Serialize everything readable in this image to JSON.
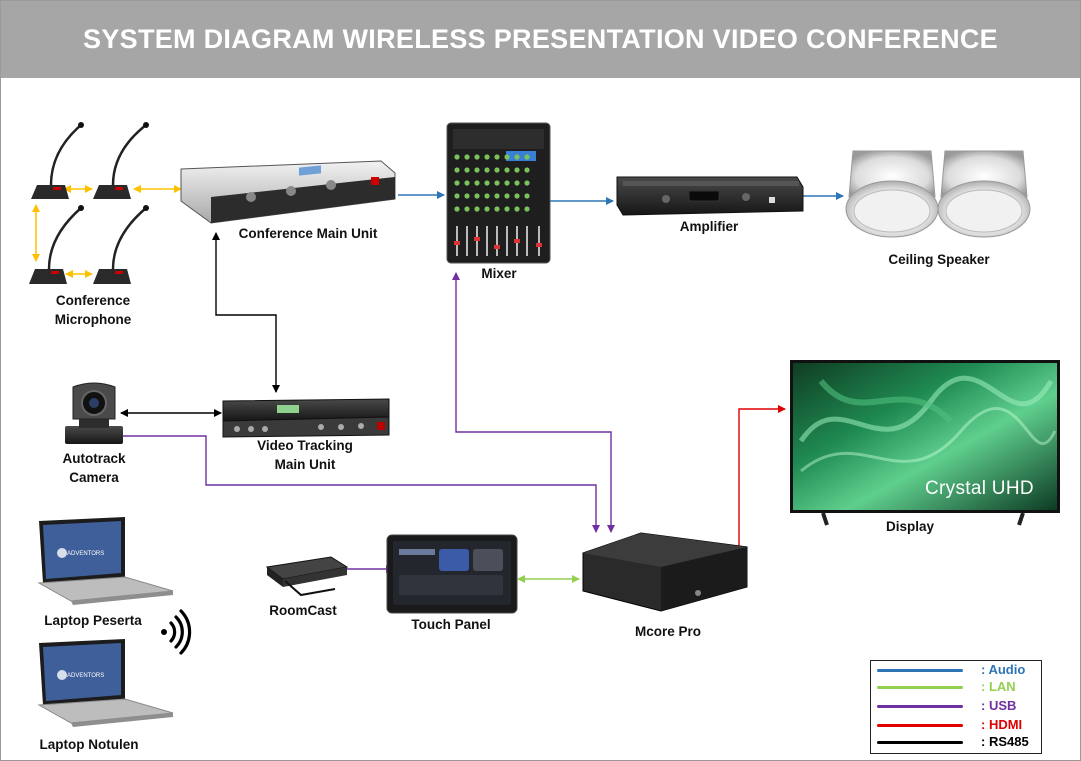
{
  "title": "SYSTEM DIAGRAM WIRELESS PRESENTATION VIDEO CONFERENCE",
  "devices": {
    "conference_microphone": "Conference\nMicrophone",
    "conference_main_unit": "Conference Main Unit",
    "mixer": "Mixer",
    "amplifier": "Amplifier",
    "ceiling_speaker": "Ceiling Speaker",
    "autotrack_camera": "Autotrack\nCamera",
    "video_tracking_main_unit": "Video Tracking\nMain Unit",
    "display": "Display",
    "display_brand_text": "Crystal UHD",
    "roomcast": "RoomCast",
    "touch_panel": "Touch Panel",
    "mcore_pro": "Mcore Pro",
    "laptop_peserta": "Laptop Peserta",
    "laptop_notulen": "Laptop Notulen",
    "laptop_screen_logo": "ADVENTORS"
  },
  "legend": [
    {
      "label": ": Audio",
      "color": "#2e75b6"
    },
    {
      "label": ": LAN",
      "color": "#92d050"
    },
    {
      "label": ": USB",
      "color": "#7030a0"
    },
    {
      "label": ": HDMI",
      "color": "#e00000"
    },
    {
      "label": ": RS485",
      "color": "#000000"
    }
  ],
  "colors": {
    "title_bar": "#a6a6a6",
    "mic_link": "#ffc000"
  }
}
